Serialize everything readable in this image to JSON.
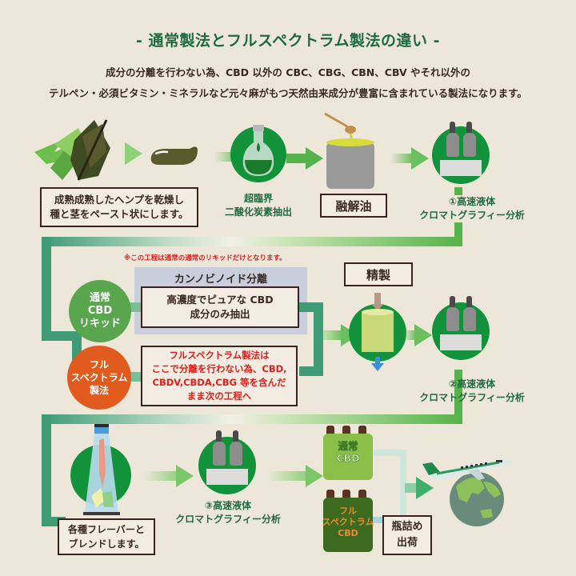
{
  "title": "- 通常製法とフルスペクトラム製法の違い -",
  "intro": {
    "line1": "成分の分離を行わない為、CBD 以外の CBC、CBG、CBN、CBV やそれ以外の",
    "line2": "テルペン・必須ビタミン・ミネラルなど元々麻がもつ天然由来成分が豊富に含まれている製法になります。"
  },
  "row1": {
    "hemp_caption": [
      "成熟成熟したヘンプを乾燥し",
      "種と茎をペースト状にします。"
    ],
    "extraction_label": [
      "超臨界",
      "二酸化炭素抽出"
    ],
    "melted_oil_label": "融解油",
    "hplc1_label": [
      "①高速液体",
      "クロマトグラフィー分析"
    ]
  },
  "row2": {
    "note": "※この工程は通常の通常のリキッドだけとなります。",
    "separation_title": "カンノビノイド分離",
    "separation_box": [
      "高濃度でピュアな CBD",
      "成分のみ抽出"
    ],
    "regular_circle": [
      "通常",
      "CBD",
      "リキッド"
    ],
    "full_circle": [
      "フル",
      "スペクトラム",
      "製法"
    ],
    "full_box": [
      "フルスペクトラム製法は",
      "ここで分離を行わない為、CBD,",
      "CBDV,CBDA,CBG 等を含んだ",
      "まま次の工程へ"
    ],
    "refine_label": "精製",
    "hplc2_label": [
      "②高速液体",
      "クロマトグラフィー分析"
    ]
  },
  "row3": {
    "blend_caption": [
      "各種フレーバーと",
      "ブレンドします。"
    ],
    "hplc3_label": [
      "③高速液体",
      "クロマトグラフィー分析"
    ],
    "bottle_regular": [
      "通常",
      "CBD"
    ],
    "bottle_full": [
      "フル",
      "スペクトラム",
      "CBD"
    ],
    "ship_label": [
      "瓶詰め",
      "出荷"
    ]
  },
  "colors": {
    "background": "#ede7da",
    "title_green": "#1f6b3e",
    "circle_green": "#12923a",
    "regular_circle": "#5aa64e",
    "full_circle": "#e15a1e",
    "note_red": "#e0201c",
    "pipe_teal": "#3e9b76",
    "pipe_green": "#56b24a",
    "separation_bg": "#c9cedc"
  }
}
